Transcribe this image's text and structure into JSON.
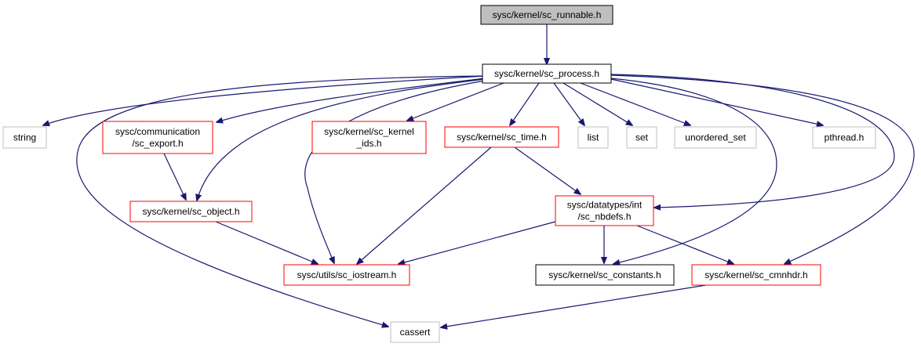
{
  "nodes": {
    "runnable": {
      "lines": [
        "sysc/kernel/sc_runnable.h"
      ],
      "style": "root"
    },
    "process": {
      "lines": [
        "sysc/kernel/sc_process.h"
      ],
      "style": "black"
    },
    "string": {
      "lines": [
        "string"
      ],
      "style": "gray"
    },
    "export": {
      "lines": [
        "sysc/communication",
        "/sc_export.h"
      ],
      "style": "red"
    },
    "kernel_ids": {
      "lines": [
        "sysc/kernel/sc_kernel",
        "_ids.h"
      ],
      "style": "red"
    },
    "time": {
      "lines": [
        "sysc/kernel/sc_time.h"
      ],
      "style": "red"
    },
    "list": {
      "lines": [
        "list"
      ],
      "style": "gray"
    },
    "set": {
      "lines": [
        "set"
      ],
      "style": "gray"
    },
    "unordered_set": {
      "lines": [
        "unordered_set"
      ],
      "style": "gray"
    },
    "pthread": {
      "lines": [
        "pthread.h"
      ],
      "style": "gray"
    },
    "object": {
      "lines": [
        "sysc/kernel/sc_object.h"
      ],
      "style": "red"
    },
    "nbdefs": {
      "lines": [
        "sysc/datatypes/int",
        "/sc_nbdefs.h"
      ],
      "style": "red"
    },
    "iostream": {
      "lines": [
        "sysc/utils/sc_iostream.h"
      ],
      "style": "red"
    },
    "constants": {
      "lines": [
        "sysc/kernel/sc_constants.h"
      ],
      "style": "black"
    },
    "cmnhdr": {
      "lines": [
        "sysc/kernel/sc_cmnhdr.h"
      ],
      "style": "red"
    },
    "cassert": {
      "lines": [
        "cassert"
      ],
      "style": "gray"
    }
  },
  "colors": {
    "edge": "#191970",
    "root_fill": "#bfbfbf",
    "black_border": "#000000",
    "red_border": "#ff0000",
    "gray_border": "#bfbfbf"
  }
}
